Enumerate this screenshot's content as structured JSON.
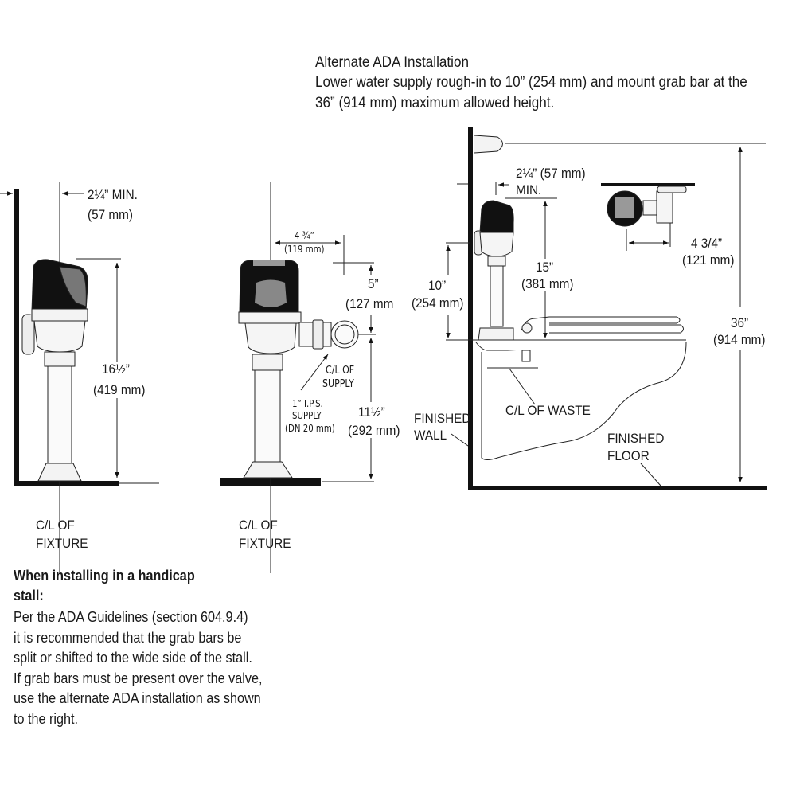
{
  "header": {
    "title": "Alternate ADA Installation",
    "line1": "Lower water supply rough-in to 10” (254 mm) and mount grab bar at the",
    "line2": "36” (914 mm) maximum allowed height."
  },
  "side_view": {
    "offset": "2¼” MIN.",
    "offset_mm": "(57 mm)",
    "height": "16½”",
    "height_mm": "(419 mm)",
    "cl1": "C/L OF",
    "cl2": "FIXTURE"
  },
  "front_view": {
    "width": "4 ¾”",
    "width_mm": "(119 mm)",
    "supply_rise": "5”",
    "supply_rise_mm": "(127 mm",
    "cl_supply1": "C/L OF",
    "cl_supply2": "SUPPLY",
    "ips1": "1” I.P.S.",
    "ips2": "SUPPLY",
    "ips3": "(DN 20 mm)",
    "supply_height": "11½”",
    "supply_height_mm": "(292 mm)",
    "cl1": "C/L OF",
    "cl2": "FIXTURE"
  },
  "ada_view": {
    "offset": "2¼” (57 mm)",
    "offset_min": "MIN.",
    "rough_in": "10”",
    "rough_in_mm": "(254 mm)",
    "valve_h": "15”",
    "valve_h_mm": "(381 mm)",
    "top_offset": "4 3/4”",
    "top_offset_mm": "(121 mm)",
    "grab": "36”",
    "grab_mm": "(914 mm)",
    "waste": "C/L OF WASTE",
    "wall1": "FINISHED",
    "wall2": "WALL",
    "floor1": "FINISHED",
    "floor2": "FLOOR"
  },
  "note": {
    "heading1": "When installing in a handicap",
    "heading2": "stall:",
    "lines": [
      "Per the ADA Guidelines (section 604.9.4)",
      "it is recommended that the grab bars be",
      "split or shifted to the wide side of the stall.",
      "If grab bars must be present over the valve,",
      "use the alternate ADA installation as shown",
      "to the right."
    ]
  }
}
